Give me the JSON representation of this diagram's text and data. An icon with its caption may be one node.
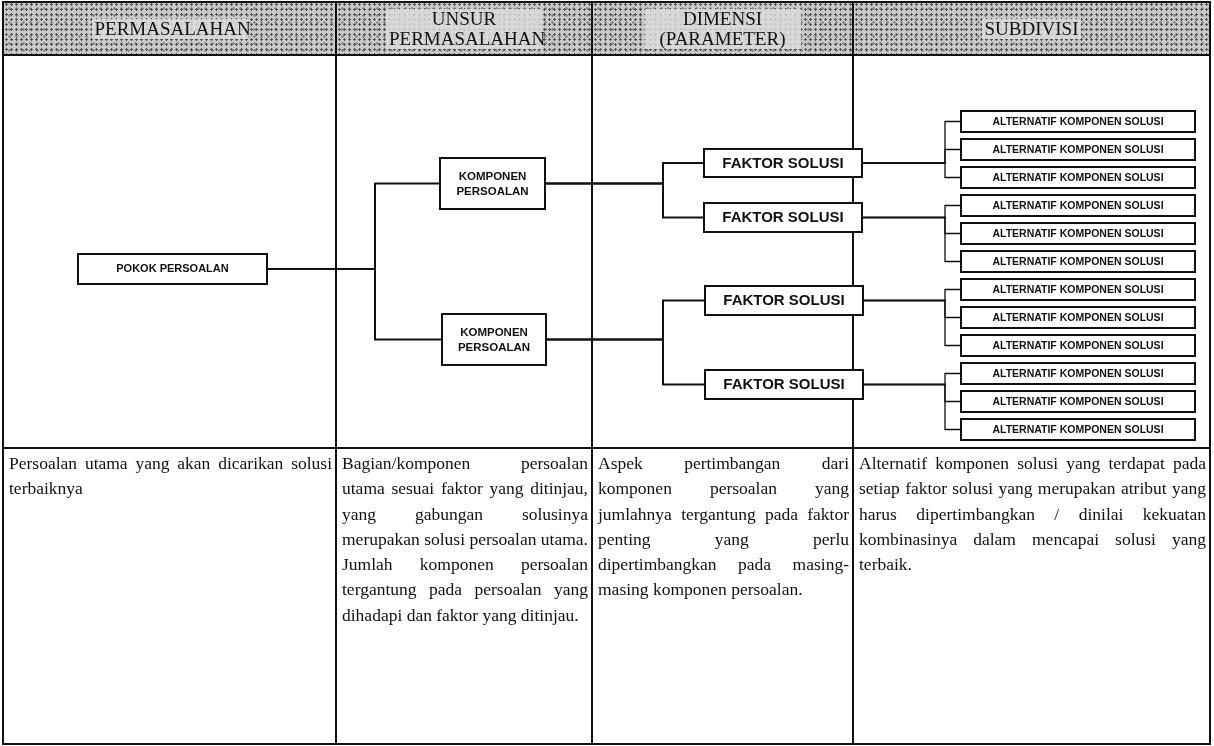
{
  "diagram": {
    "nodes": [
      {
        "text": [
          "POKOK PERSOALAN"
        ]
      },
      {
        "text": [
          "KOMPONEN PERSOALAN"
        ]
      },
      {
        "text": [
          "KOMPONEN PERSOALAN"
        ]
      },
      {
        "text": [
          "FAKTOR SOLUSI"
        ]
      },
      {
        "text": [
          "FAKTOR SOLUSI"
        ]
      },
      {
        "text": [
          "FAKTOR SOLUSI"
        ]
      },
      {
        "text": [
          "FAKTOR SOLUSI"
        ]
      },
      {
        "text": [
          "ALTERNATIF KOMPONEN SOLUSI"
        ]
      },
      {
        "text": [
          "ALTERNATIF KOMPONEN SOLUSI"
        ]
      },
      {
        "text": [
          "ALTERNATIF KOMPONEN SOLUSI"
        ]
      },
      {
        "text": [
          "ALTERNATIF KOMPONEN SOLUSI"
        ]
      },
      {
        "text": [
          "ALTERNATIF KOMPONEN SOLUSI"
        ]
      },
      {
        "text": [
          "ALTERNATIF KOMPONEN SOLUSI"
        ]
      },
      {
        "text": [
          "ALTERNATIF KOMPONEN SOLUSI"
        ]
      },
      {
        "text": [
          "ALTERNATIF KOMPONEN SOLUSI"
        ]
      },
      {
        "text": [
          "ALTERNATIF KOMPONEN SOLUSI"
        ]
      },
      {
        "text": [
          "ALTERNATIF KOMPONEN SOLUSI"
        ]
      },
      {
        "text": [
          "ALTERNATIF KOMPONEN SOLUSI"
        ]
      },
      {
        "text": [
          "ALTERNATIF KOMPONEN SOLUSI"
        ]
      }
    ],
    "edges": [
      {
        "from": 0,
        "to": 1,
        "arrow": "none"
      },
      {
        "from": 0,
        "to": 2,
        "arrow": "none"
      },
      {
        "from": 1,
        "to": 3,
        "arrow": "none"
      },
      {
        "from": 1,
        "to": 4,
        "arrow": "none"
      },
      {
        "from": 2,
        "to": 5,
        "arrow": "none"
      },
      {
        "from": 2,
        "to": 6,
        "arrow": "none"
      },
      {
        "from": 3,
        "to": 7,
        "arrow": "none"
      },
      {
        "from": 3,
        "to": 8,
        "arrow": "none"
      },
      {
        "from": 3,
        "to": 9,
        "arrow": "none"
      },
      {
        "from": 4,
        "to": 10,
        "arrow": "none"
      },
      {
        "from": 4,
        "to": 11,
        "arrow": "none"
      },
      {
        "from": 4,
        "to": 12,
        "arrow": "none"
      },
      {
        "from": 5,
        "to": 13,
        "arrow": "none"
      },
      {
        "from": 5,
        "to": 14,
        "arrow": "none"
      },
      {
        "from": 5,
        "to": 15,
        "arrow": "none"
      },
      {
        "from": 6,
        "to": 16,
        "arrow": "none"
      },
      {
        "from": 6,
        "to": 17,
        "arrow": "none"
      },
      {
        "from": 6,
        "to": 18,
        "arrow": "none"
      }
    ],
    "labels": [
      "PERMASALAHAN",
      "UNSUR PERMASALAHAN",
      "DIMENSI (PARAMETER)",
      "SUBDIVISI",
      "Persoalan utama yang akan dicarikan solusi terbaiknya",
      "Bagian/komponen persoalan utama sesuai faktor yang ditinjau, yang gabungan solusinya merupakan solusi persoalan utama. Jumlah komponen persoalan tergantung pada persoalan yang dihadapi dan faktor yang ditinjau.",
      "Aspek pertimbangan dari komponen persoalan yang jumlahnya tergantung pada faktor penting yang perlu dipertimbangkan pada masing-masing komponen persoalan.",
      "Alternatif komponen solusi yang terdapat pada setiap faktor solusi yang merupakan atribut yang harus dipertimbangkan / dinilai kekuatan kombinasinya dalam mencapai solusi yang terbaik."
    ]
  }
}
